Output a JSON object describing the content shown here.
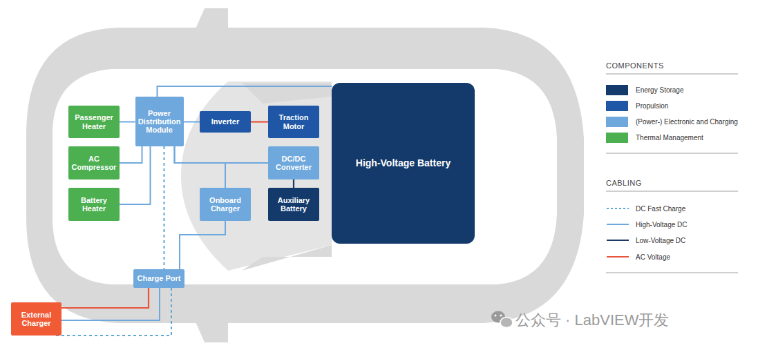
{
  "diagram": {
    "nodes": [
      {
        "text": [
          "Passenger Heater"
        ]
      },
      {
        "text": [
          "Power Distribution Module"
        ]
      },
      {
        "text": [
          "Inverter"
        ]
      },
      {
        "text": [
          "Traction Motor"
        ]
      },
      {
        "text": [
          "AC Compressor"
        ]
      },
      {
        "text": [
          "DC/DC Converter"
        ]
      },
      {
        "text": [
          "High-Voltage Battery"
        ]
      },
      {
        "text": [
          "Battery Heater"
        ]
      },
      {
        "text": [
          "Onboard Charger"
        ]
      },
      {
        "text": [
          "Auxiliary Battery"
        ]
      },
      {
        "text": [
          "Charge Port"
        ]
      },
      {
        "text": [
          "External Charger"
        ]
      }
    ],
    "edges": [
      {
        "from": 0,
        "to": 1,
        "arrow": "none"
      },
      {
        "from": 4,
        "to": 1,
        "arrow": "none"
      },
      {
        "from": 7,
        "to": 1,
        "arrow": "none"
      },
      {
        "from": 1,
        "to": 2,
        "arrow": "none"
      },
      {
        "from": 2,
        "to": 3,
        "arrow": "none"
      },
      {
        "from": 1,
        "to": 6,
        "arrow": "none"
      },
      {
        "from": 1,
        "to": 5,
        "arrow": "none"
      },
      {
        "from": 8,
        "to": 1,
        "arrow": "none"
      },
      {
        "from": 8,
        "to": 5,
        "arrow": "none"
      },
      {
        "from": 5,
        "to": 9,
        "arrow": "none"
      },
      {
        "from": 1,
        "to": 10,
        "arrow": "none"
      },
      {
        "from": 8,
        "to": 10,
        "arrow": "none"
      },
      {
        "from": 11,
        "to": 10,
        "arrow": "none"
      },
      {
        "from": 11,
        "to": 10,
        "arrow": "none"
      },
      {
        "from": 11,
        "to": 10,
        "arrow": "none"
      }
    ],
    "labels": [
      "COMPONENTS",
      "CABLING",
      "公众号 · LabVIEW开发"
    ],
    "legend": [
      {
        "text": "Energy Storage",
        "color": "#143a6b"
      },
      {
        "text": "Propulsion",
        "color": "#1f56a5"
      },
      {
        "text": "(Power-) Electronic and Charging",
        "color": "#6fa8dc"
      },
      {
        "text": "Thermal Management",
        "color": "#4caf50"
      },
      {
        "text": "DC Fast Charge"
      },
      {
        "text": "High-Voltage DC"
      },
      {
        "text": "Low-Voltage DC"
      },
      {
        "text": "AC Voltage"
      }
    ]
  }
}
